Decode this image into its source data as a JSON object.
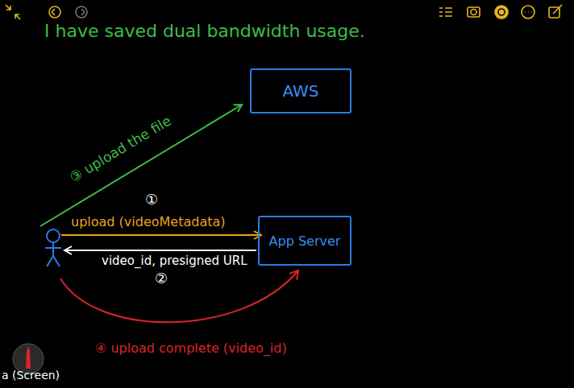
{
  "diagram": {
    "title": "I have saved dual bandwidth usage.",
    "nodes": [
      {
        "text": [
          "AWS"
        ]
      },
      {
        "text": [
          "App Server"
        ]
      }
    ],
    "labels": [
      "③ upload the file",
      "①",
      "upload (videoMetadata)",
      "video_id, presigned URL",
      "②",
      "④ upload complete (video_id)",
      "a (Screen)"
    ]
  }
}
